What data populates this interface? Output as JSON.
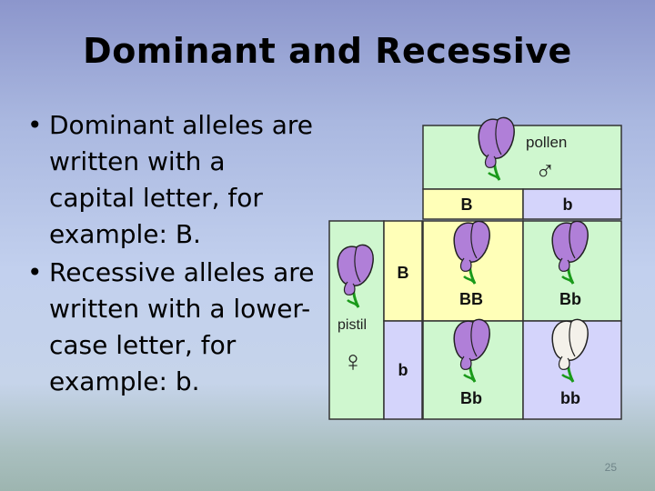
{
  "slide": {
    "title": "Dominant and Recessive",
    "bullets": [
      "Dominant alleles are written with a capital letter, for example:  B.",
      "Recessive alleles are written with a lower-case letter, for example: b."
    ],
    "bullet_glyph": "•",
    "slide_number": "25"
  },
  "punnett": {
    "pollen_label": "pollen",
    "pollen_symbol": "♂",
    "pistil_label": "pistil",
    "pistil_symbol": "♀",
    "top_alleles": [
      "B",
      "b"
    ],
    "side_alleles": [
      "B",
      "b"
    ],
    "genotypes": [
      "BB",
      "Bb",
      "Bb",
      "bb"
    ],
    "flower_colors": {
      "purple": "#b07fd8",
      "white": "#f4f1ea"
    },
    "cell_colors": {
      "green": "#cff7cf",
      "yellow": "#ffffb8",
      "lavender": "#d4d4fb"
    }
  }
}
